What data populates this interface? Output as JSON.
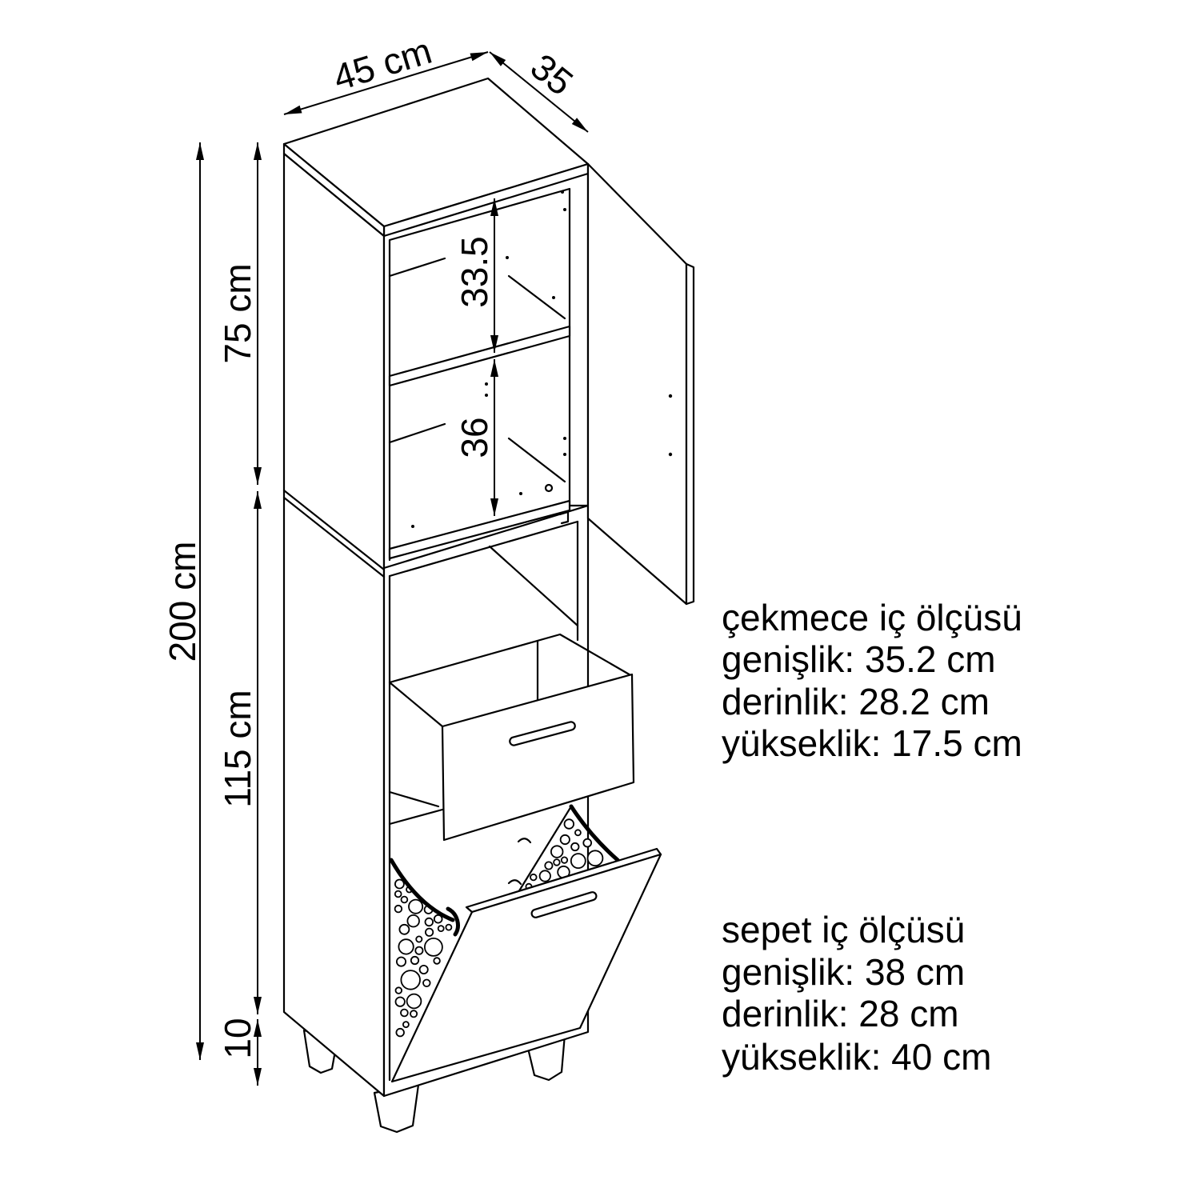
{
  "dimensions": {
    "width": "45 cm",
    "depth": "35",
    "total_height": "200 cm",
    "upper_height": "75 cm",
    "lower_height": "115 cm",
    "leg_height": "10",
    "upper_shelf_gap": "33.5",
    "lower_shelf_gap": "36"
  },
  "drawer_specs": {
    "title": "çekmece iç ölçüsü",
    "width": "genişlik: 35.2 cm",
    "depth": "derinlik: 28.2 cm",
    "height": "yükseklik: 17.5 cm"
  },
  "basket_specs": {
    "title": "sepet iç ölçüsü",
    "width": "genişlik: 38 cm",
    "depth": "derinlik: 28 cm",
    "height": "yükseklik: 40 cm"
  }
}
